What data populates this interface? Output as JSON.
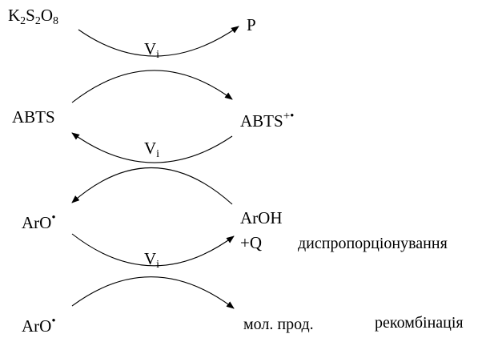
{
  "colors": {
    "ink": "#000000",
    "background": "#ffffff"
  },
  "reagents": {
    "persulfate": {
      "k": "K",
      "k_sub": "2",
      "s": "S",
      "s_sub": "2",
      "o": "O",
      "o_sub": "8"
    },
    "product": "P",
    "abts": "ABTS",
    "abts_cation": "ABTS",
    "abts_charge": "+•",
    "aroxyl_left": "ArO",
    "aroxyl_dot": "•",
    "phenol": "ArOH",
    "plus_q": "+Q",
    "aroxyl_bottom": "ArO",
    "aroxyl_bottom_dot": "•",
    "recomb_product": "мол. прод."
  },
  "rate_labels": {
    "v": "V",
    "i": "i"
  },
  "pathways": {
    "disproportionation": "диспропорціонування",
    "recombination": "рекомбінація"
  }
}
